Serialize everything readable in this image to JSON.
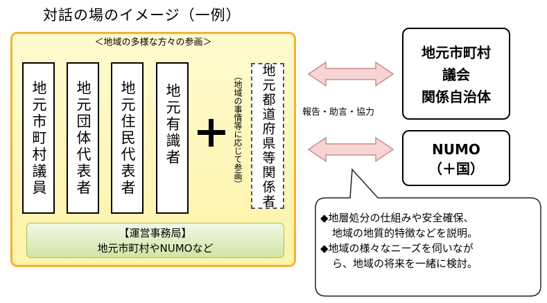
{
  "title": "対話の場のイメージ（一例）",
  "forum": {
    "subtitle": "＜地域の多様な方々の参画＞",
    "members": [
      "地元市町村議員",
      "地元団体代表者",
      "地元住民代表者",
      "地元有識者"
    ],
    "plus_sign": "＋",
    "prefecture_note": "（地域の事情等に応じて参画）",
    "prefecture_member": "地元都道府県等関係者",
    "office_title": "【運営事務局】",
    "office_members": "地元市町村やNUMOなど"
  },
  "right": {
    "municipal_box": {
      "line1": "地元市町村",
      "line2": "議会",
      "line3": "関係自治体"
    },
    "arrow_label": "報告・助言・協力",
    "numo_box": {
      "line1": "NUMO",
      "line2": "（＋国）"
    }
  },
  "callout": {
    "bullet": "◆",
    "item1_line1": "地層処分の仕組みや安全確保、",
    "item1_line2": "地域の地質的特徴などを説明。",
    "item2_line1": "地域の様々なニーズを伺いなが",
    "item2_line2": "ら、地域の将来を一緒に検討。"
  },
  "colors": {
    "forum_fill": "#fdf3a8",
    "forum_border": "#f2b233",
    "office_fill": "#cfe5a4",
    "arrow_fill": "#f7d5d5",
    "arrow_stroke": "#c98b8b"
  }
}
